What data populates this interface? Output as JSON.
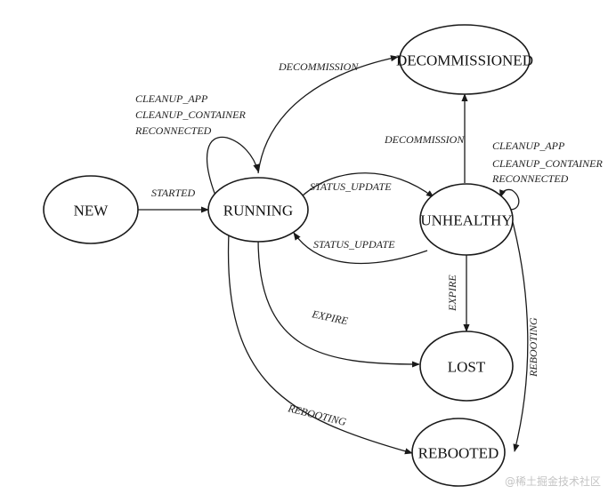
{
  "diagram": {
    "states": {
      "new": "NEW",
      "running": "RUNNING",
      "decommissioned": "DECOMMISSIONED",
      "unhealthy": "UNHEALTHY",
      "lost": "LOST",
      "rebooted": "REBOOTED"
    },
    "transitions": {
      "started": "STARTED",
      "decommission_running": "DECOMMISSION",
      "decommission_unhealthy": "DECOMMISSION",
      "status_update_to_unhealthy": "STATUS_UPDATE",
      "status_update_to_running": "STATUS_UPDATE",
      "expire_running": "EXPIRE",
      "expire_unhealthy": "EXPIRE",
      "rebooting_running": "REBOOTING",
      "rebooting_unhealthy": "REBOOTING",
      "running_self_loop": [
        "CLEANUP_APP",
        "CLEANUP_CONTAINER",
        "RECONNECTED"
      ],
      "unhealthy_self_loop": [
        "CLEANUP_APP",
        "CLEANUP_CONTAINER",
        "RECONNECTED"
      ]
    }
  },
  "watermark": "@稀土掘金技术社区"
}
